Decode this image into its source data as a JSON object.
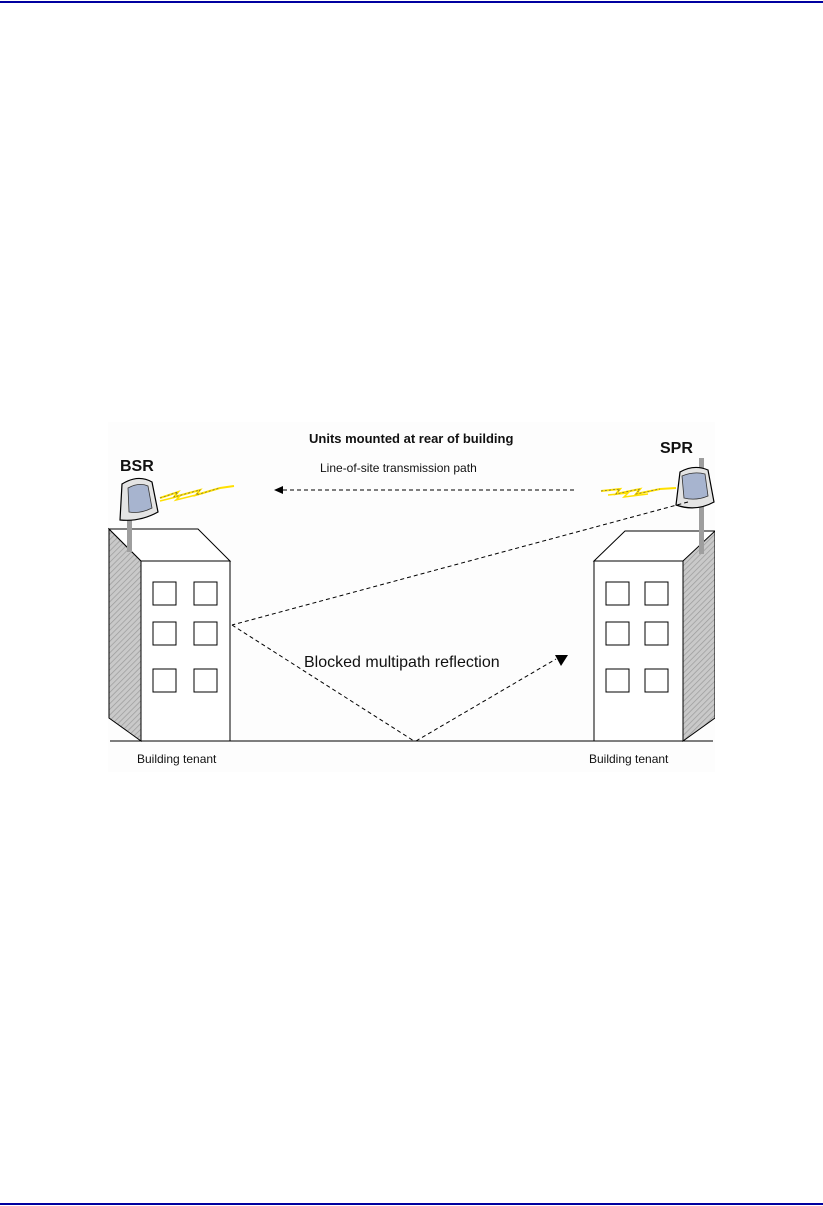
{
  "page": {
    "rule_color": "#0000a0"
  },
  "diagram": {
    "title": "Units mounted at rear of building",
    "transmission_label": "Line-of-site transmission path",
    "reflection_label": "Blocked multipath reflection",
    "left_unit_label": "BSR",
    "right_unit_label": "SPR",
    "left_building_label": "Building tenant",
    "right_building_label": "Building tenant",
    "colors": {
      "background": "#fdfdfd",
      "building_side": "#bdbdbd",
      "signal": "#ffe000",
      "line": "#000000"
    }
  }
}
